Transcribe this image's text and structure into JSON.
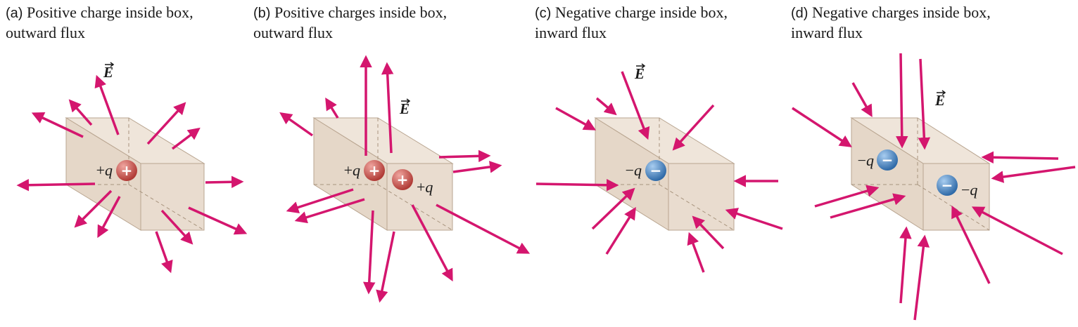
{
  "panels": [
    {
      "id": "a",
      "letter": "(a)",
      "caption": "Positive charge inside box,\noutward flux",
      "field_label": "E",
      "charges": [
        {
          "label_prefix": "+",
          "label_var": "q",
          "sign": "+",
          "color": "#c0504d"
        }
      ]
    },
    {
      "id": "b",
      "letter": "(b)",
      "caption": "Positive charges inside box,\noutward flux",
      "field_label": "E",
      "charges": [
        {
          "label_prefix": "+",
          "label_var": "q",
          "sign": "+",
          "color": "#c0504d"
        },
        {
          "label_prefix": "+",
          "label_var": "q",
          "sign": "+",
          "color": "#c0504d"
        }
      ]
    },
    {
      "id": "c",
      "letter": "(c)",
      "caption": "Negative charge inside box,\ninward flux",
      "field_label": "E",
      "charges": [
        {
          "label_prefix": "−",
          "label_var": "q",
          "sign": "−",
          "color": "#3f7fbf"
        }
      ]
    },
    {
      "id": "d",
      "letter": "(d)",
      "caption": "Negative charges inside box,\ninward flux",
      "field_label": "E",
      "charges": [
        {
          "label_prefix": "−",
          "label_var": "q",
          "sign": "−",
          "color": "#3f7fbf"
        },
        {
          "label_prefix": "−",
          "label_var": "q",
          "sign": "−",
          "color": "#3f7fbf"
        }
      ]
    }
  ],
  "colors": {
    "arrow": "#d4166e",
    "box_front": "#e9dccf",
    "box_side": "#ddcdbb",
    "box_top": "#efe5da",
    "box_edge": "#b9a590",
    "positive": "#c0504d",
    "negative": "#3f7fbf"
  }
}
